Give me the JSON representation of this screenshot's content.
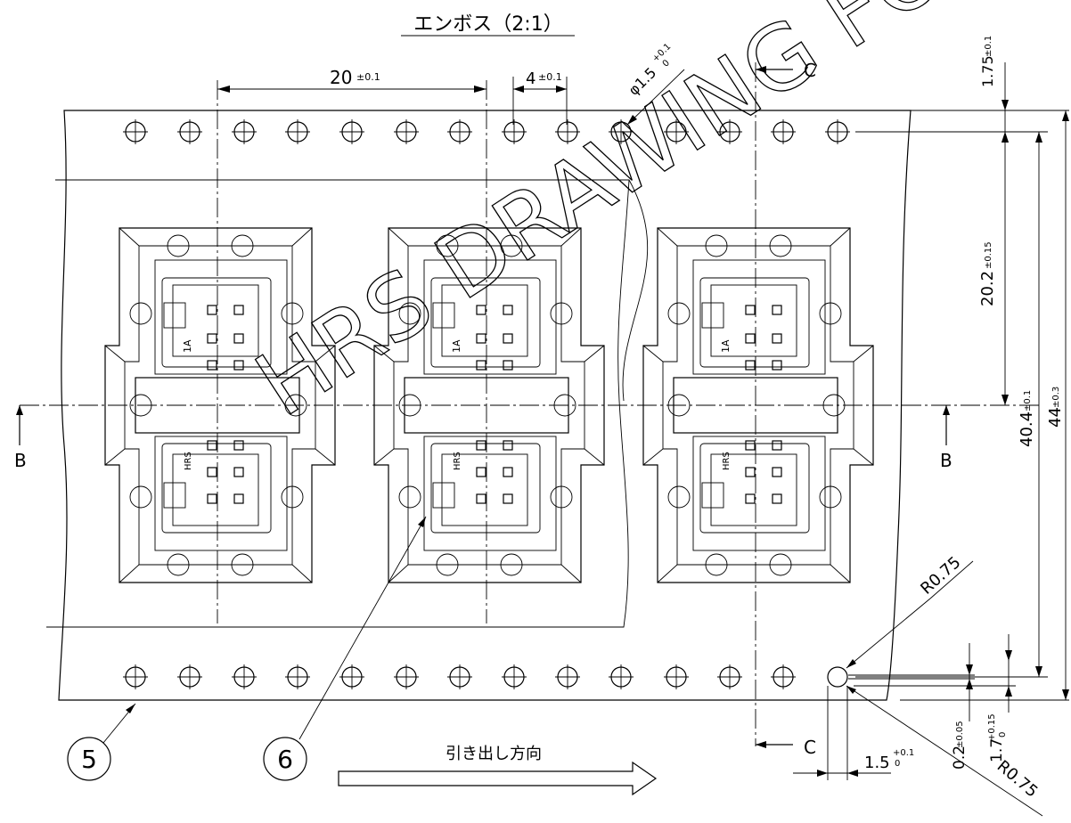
{
  "drawing": {
    "title": "エンボス（2:1）",
    "watermark": "HRS DRAWING FOR RE",
    "pitch_dim": "20",
    "pitch_tol": "±0.1",
    "hole_pitch_dim": "4",
    "hole_pitch_tol": "±0.1",
    "hole_dia": "φ1.5",
    "hole_dia_tol_upper": "+0.1",
    "hole_dia_tol_lower": "0",
    "edge_dim": "1.75",
    "edge_tol": "±0.1",
    "center_dim": "20.2",
    "center_tol": "±0.15",
    "row_dim": "40.4",
    "row_tol": "±0.1",
    "width_dim": "44",
    "width_tol": "±0.3",
    "radius_top": "R0.75",
    "radius_bottom": "R0.75",
    "thickness_dim": "0.2",
    "thickness_tol": "±0.05",
    "height_dim": "1.7",
    "height_tol_upper": "+0.15",
    "height_tol_lower": "0",
    "hole_bottom_dim": "1.5",
    "hole_bottom_tol_upper": "+0.1",
    "hole_bottom_tol_lower": "0",
    "section_b_left": "B",
    "section_b_right": "B",
    "section_c_top": "C",
    "section_c_bottom": "C",
    "callout_5": "5",
    "callout_6": "6",
    "direction_label": "引き出し方向",
    "pin_mark_1a": "1A",
    "pin_mark_hrs": "HRS"
  }
}
